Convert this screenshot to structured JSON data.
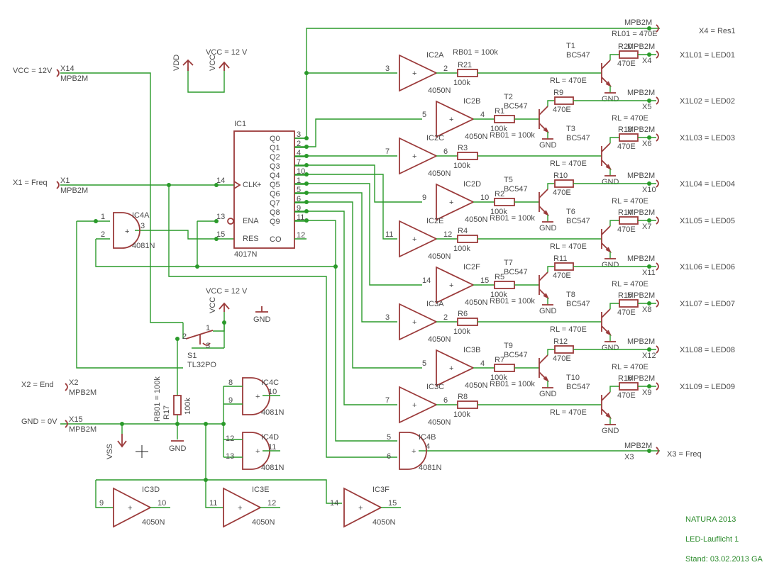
{
  "footer": {
    "line1": "NATURA 2013",
    "line2": "LED-Lauflicht 1",
    "line3": "Stand: 03.02.2013 GA"
  },
  "connectors": {
    "x14": {
      "name": "X14",
      "type": "MPB2M",
      "net": "VCC = 12V"
    },
    "x1": {
      "name": "X1",
      "type": "MPB2M",
      "net": "X1 = Freq"
    },
    "x2": {
      "name": "X2",
      "type": "MPB2M",
      "net": "X2 = End"
    },
    "x15": {
      "name": "X15",
      "type": "MPB2M",
      "net": "GND = 0V"
    },
    "x4": {
      "name": "X4",
      "type": "MPB2M",
      "net": "X4 = Res1"
    },
    "x3": {
      "name": "X3",
      "type": "MPB2M",
      "net": "X3 = Freq"
    }
  },
  "power": {
    "vdd": "VDD",
    "vcc": "VCC",
    "vcc12": "VCC = 12 V",
    "gnd": "GND",
    "vss": "VSS"
  },
  "ic1": {
    "name": "IC1",
    "type": "4017N",
    "pins_left": [
      "CLK",
      "ENA",
      "RES"
    ],
    "pins_left_num": [
      "14",
      "13",
      "15"
    ],
    "pins_right": [
      "Q0",
      "Q1",
      "Q2",
      "Q3",
      "Q4",
      "Q5",
      "Q6",
      "Q7",
      "Q8",
      "Q9",
      "CO"
    ],
    "pins_right_num": [
      "3",
      "2",
      "4",
      "7",
      "10",
      "1",
      "5",
      "6",
      "9",
      "11",
      "12"
    ]
  },
  "gates": {
    "ic4a": {
      "name": "IC4A",
      "type": "4081N",
      "in1": "1",
      "in2": "2",
      "out": "3"
    },
    "ic4b": {
      "name": "IC4B",
      "type": "4081N",
      "in1": "5",
      "in2": "6",
      "out": "4"
    },
    "ic4c": {
      "name": "IC4C",
      "type": "4081N",
      "in1": "8",
      "in2": "9",
      "out": "10"
    },
    "ic4d": {
      "name": "IC4D",
      "type": "4081N",
      "in1": "12",
      "in2": "13",
      "out": "11"
    }
  },
  "spare_buffers": [
    {
      "name": "IC3D",
      "type": "4050N",
      "in": "9",
      "out": "10"
    },
    {
      "name": "IC3E",
      "type": "4050N",
      "in": "11",
      "out": "12"
    },
    {
      "name": "IC3F",
      "type": "4050N",
      "in": "14",
      "out": "15"
    }
  ],
  "switch": {
    "name": "S1",
    "type": "TL32PO",
    "p1": "1",
    "p2": "2",
    "p3": "3"
  },
  "resistor_rb01": {
    "name": "R17",
    "value": "100k",
    "label": "RB01 = 100k"
  },
  "channels": [
    {
      "buf": "IC2A",
      "bin": "3",
      "bout": "2",
      "rb": "R21",
      "rbv": "100k",
      "t": "T1",
      "rl": "R20",
      "rlv": "470E",
      "conn": "X4",
      "out": "X1L01 = LED01",
      "note1": "RB01 = 100k",
      "note2": "RL = 470E"
    },
    {
      "buf": "IC2B",
      "bin": "5",
      "bout": "4",
      "rb": "R1",
      "rbv": "100k",
      "t": "T2",
      "rl": "R9",
      "rlv": "470E",
      "conn": "X5",
      "out": "X1L02 = LED02",
      "note1": "RB01 = 100k",
      "note2": "RL = 470E"
    },
    {
      "buf": "IC2C",
      "bin": "7",
      "bout": "6",
      "rb": "R3",
      "rbv": "100k",
      "t": "T3",
      "rl": "R13",
      "rlv": "470E",
      "conn": "X6",
      "out": "X1L03 = LED03",
      "note1": "",
      "note2": "RL = 470E"
    },
    {
      "buf": "IC2D",
      "bin": "9",
      "bout": "10",
      "rb": "R2",
      "rbv": "100k",
      "t": "T5",
      "rl": "R10",
      "rlv": "470E",
      "conn": "X10",
      "out": "X1L04 = LED04",
      "note1": "RB01 = 100k",
      "note2": "RL = 470E"
    },
    {
      "buf": "IC2E",
      "bin": "11",
      "bout": "12",
      "rb": "R4",
      "rbv": "100k",
      "t": "T6",
      "rl": "R14",
      "rlv": "470E",
      "conn": "X7",
      "out": "X1L05 = LED05",
      "note1": "",
      "note2": "RL = 470E"
    },
    {
      "buf": "IC2F",
      "bin": "14",
      "bout": "15",
      "rb": "R5",
      "rbv": "100k",
      "t": "T7",
      "rl": "R11",
      "rlv": "470E",
      "conn": "X11",
      "out": "X1L06 = LED06",
      "note1": "RB01 = 100k",
      "note2": "RL = 470E"
    },
    {
      "buf": "IC3A",
      "bin": "3",
      "bout": "2",
      "rb": "R6",
      "rbv": "100k",
      "t": "T8",
      "rl": "R15",
      "rlv": "470E",
      "conn": "X8",
      "out": "X1L07 = LED07",
      "note1": "",
      "note2": "RL = 470E"
    },
    {
      "buf": "IC3B",
      "bin": "5",
      "bout": "4",
      "rb": "R7",
      "rbv": "100k",
      "t": "T9",
      "rl": "R12",
      "rlv": "470E",
      "conn": "X12",
      "out": "X1L08 = LED08",
      "note1": "RB01 = 100k",
      "note2": "RL = 470E"
    },
    {
      "buf": "IC3C",
      "bin": "7",
      "bout": "6",
      "rb": "R8",
      "rbv": "100k",
      "t": "T10",
      "rl": "R16",
      "rlv": "470E",
      "conn": "X9",
      "out": "X1L09 = LED09",
      "note1": "",
      "note2": "RL = 470E"
    }
  ],
  "buffer_type": "4050N",
  "transistor_type": "BC547",
  "mpb": "MPB2M",
  "rl01": "RL01 = 470E"
}
